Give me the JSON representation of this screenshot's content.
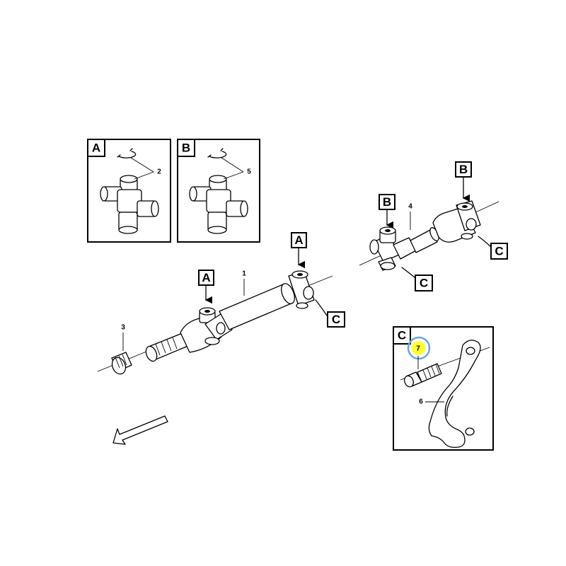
{
  "detail_views": [
    {
      "letter": "A",
      "part_number": "2"
    },
    {
      "letter": "B",
      "part_number": "5"
    },
    {
      "letter": "C",
      "part_numbers": [
        "7",
        "6"
      ]
    }
  ],
  "callout_letters": {
    "a1": "A",
    "a2": "A",
    "c1": "C",
    "b1": "B",
    "b2": "B",
    "c2": "C"
  },
  "part_numbers": {
    "shaft_main": "1",
    "nut": "3",
    "shaft_secondary": "4"
  },
  "highlight": {
    "part": "7",
    "fill": "#ffff33",
    "ring": "#6aa8d8"
  }
}
